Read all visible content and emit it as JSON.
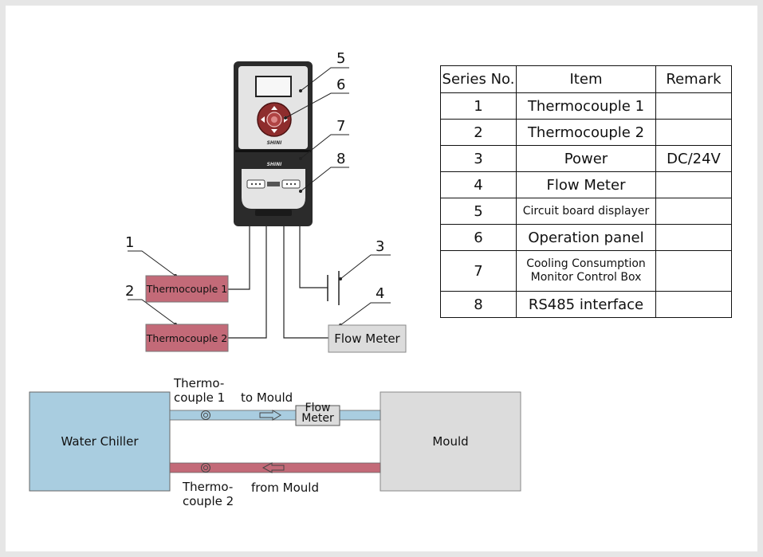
{
  "controller": {
    "callouts": [
      "5",
      "6",
      "7",
      "8"
    ],
    "brand_text": "SHINI"
  },
  "sensors": {
    "thermo1": {
      "num": "1",
      "label": "Thermocouple 1"
    },
    "thermo2": {
      "num": "2",
      "label": "Thermocouple 2"
    },
    "power": {
      "num": "3"
    },
    "flow": {
      "num": "4",
      "label": "Flow Meter"
    }
  },
  "table": {
    "headers": [
      "Series No.",
      "Item",
      "Remark"
    ],
    "rows": [
      {
        "no": "1",
        "item": "Thermocouple 1",
        "remark": ""
      },
      {
        "no": "2",
        "item": "Thermocouple 2",
        "remark": ""
      },
      {
        "no": "3",
        "item": "Power",
        "remark": "DC/24V"
      },
      {
        "no": "4",
        "item": "Flow Meter",
        "remark": ""
      },
      {
        "no": "5",
        "item": "Circuit board displayer",
        "remark": ""
      },
      {
        "no": "6",
        "item": "Operation panel",
        "remark": ""
      },
      {
        "no": "7",
        "item": "Cooling Consumption Monitor Control Box",
        "remark": ""
      },
      {
        "no": "8",
        "item": "RS485 interface",
        "remark": ""
      }
    ]
  },
  "flow_diagram": {
    "chiller": "Water Chiller",
    "mould": "Mould",
    "thermo1_top": "Thermo-",
    "thermo1_bottom": "couple 1",
    "thermo2_top": "Thermo-",
    "thermo2_bottom": "couple 2",
    "to_mould": "to Mould",
    "from_mould": "from Mould",
    "flow_top": "Flow",
    "flow_bottom": "Meter"
  },
  "colors": {
    "thermo_fill": "#c36a78",
    "flow_fill": "#dcdcdc",
    "chiller_fill": "#a9cde0",
    "mould_fill": "#dcdcdc",
    "supply_pipe": "#a9cde0",
    "return_pipe": "#c36a78"
  }
}
